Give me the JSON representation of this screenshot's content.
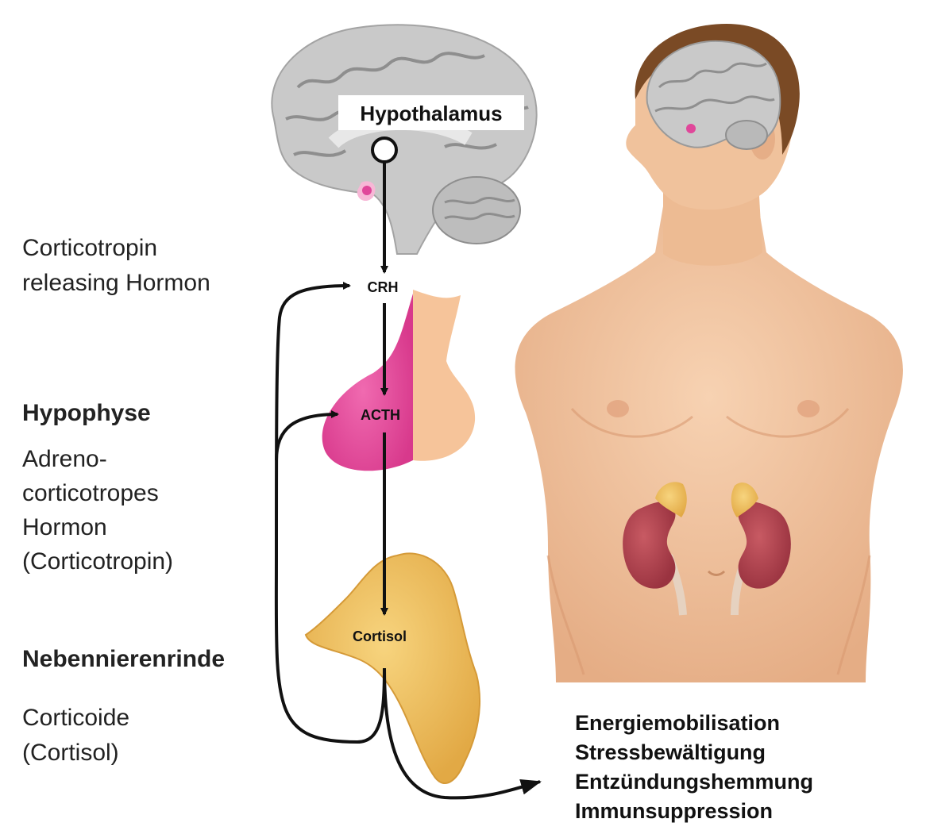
{
  "left_labels": {
    "crh_line1": "Corticotropin",
    "crh_line2": "releasing Hormon",
    "hypophyse_heading": "Hypophyse",
    "acth_line1": "Adreno-",
    "acth_line2": "corticotropes",
    "acth_line3": "Hormon",
    "acth_line4": "(Corticotropin)",
    "nnr_heading": "Nebennierenrinde",
    "cort_line1": "Corticoide",
    "cort_line2": "(Cortisol)"
  },
  "diagram": {
    "hypothalamus": "Hypothalamus",
    "crh": "CRH",
    "acth": "ACTH",
    "cortisol": "Cortisol"
  },
  "effects": [
    "Energiemobilisation",
    "Stressbewältigung",
    "Entzündungshemmung",
    "Immunsuppression"
  ],
  "colors": {
    "brain": "#c9c9c9",
    "pituitary": "#e0479a",
    "skin": "#f1c5a0",
    "adrenal": "#f0c060",
    "kidney": "#b34450",
    "hair": "#7a4a25"
  }
}
